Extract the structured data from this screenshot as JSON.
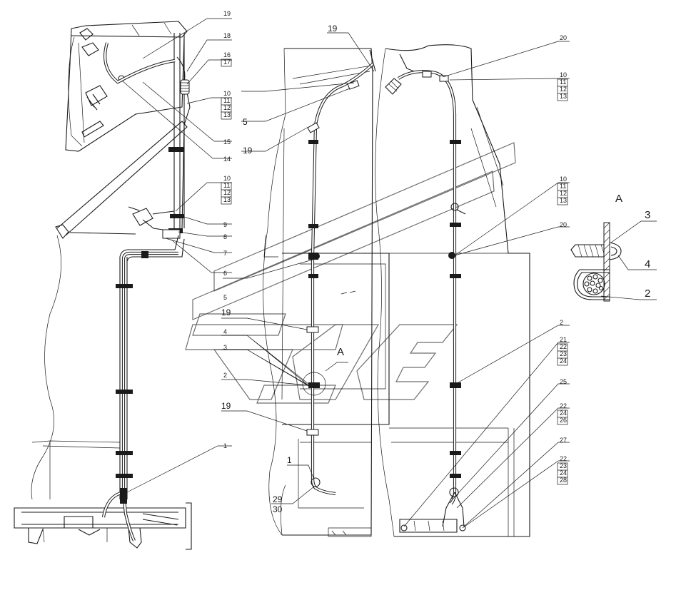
{
  "callouts": {
    "left": [
      {
        "id": "l19",
        "text": "19"
      },
      {
        "id": "l18",
        "text": "18"
      },
      {
        "id": "l16",
        "text": "16"
      },
      {
        "id": "l17",
        "text": "17"
      },
      {
        "id": "l10a",
        "text": "10"
      },
      {
        "id": "l11a",
        "text": "11"
      },
      {
        "id": "l12a",
        "text": "12"
      },
      {
        "id": "l13a",
        "text": "13"
      },
      {
        "id": "l15",
        "text": "15"
      },
      {
        "id": "l14",
        "text": "14"
      },
      {
        "id": "l10b",
        "text": "10"
      },
      {
        "id": "l11b",
        "text": "11"
      },
      {
        "id": "l12b",
        "text": "12"
      },
      {
        "id": "l13b",
        "text": "13"
      },
      {
        "id": "l9",
        "text": "9"
      },
      {
        "id": "l8",
        "text": "8"
      },
      {
        "id": "l7",
        "text": "7"
      },
      {
        "id": "l6",
        "text": "6"
      },
      {
        "id": "l1",
        "text": "1"
      }
    ],
    "middle": [
      {
        "id": "m19a",
        "text": "19"
      },
      {
        "id": "m5a",
        "text": "5"
      },
      {
        "id": "m19b",
        "text": "19"
      },
      {
        "id": "m5b",
        "text": "5"
      },
      {
        "id": "m19c",
        "text": "19"
      },
      {
        "id": "m4",
        "text": "4"
      },
      {
        "id": "m3",
        "text": "3"
      },
      {
        "id": "m2",
        "text": "2"
      },
      {
        "id": "mA",
        "text": "A"
      },
      {
        "id": "m19d",
        "text": "19"
      },
      {
        "id": "m1",
        "text": "1"
      },
      {
        "id": "m29",
        "text": "29"
      },
      {
        "id": "m30",
        "text": "30"
      }
    ],
    "right": [
      {
        "id": "r20a",
        "text": "20"
      },
      {
        "id": "r10a",
        "text": "10"
      },
      {
        "id": "r11a",
        "text": "11"
      },
      {
        "id": "r12a",
        "text": "12"
      },
      {
        "id": "r13a",
        "text": "13"
      },
      {
        "id": "r10b",
        "text": "10"
      },
      {
        "id": "r11b",
        "text": "11"
      },
      {
        "id": "r12b",
        "text": "12"
      },
      {
        "id": "r13b",
        "text": "13"
      },
      {
        "id": "r20b",
        "text": "20"
      },
      {
        "id": "r2",
        "text": "2"
      },
      {
        "id": "r21",
        "text": "21"
      },
      {
        "id": "r22a",
        "text": "22"
      },
      {
        "id": "r23a",
        "text": "23"
      },
      {
        "id": "r24a",
        "text": "24"
      },
      {
        "id": "r25",
        "text": "25"
      },
      {
        "id": "r22b",
        "text": "22"
      },
      {
        "id": "r24b",
        "text": "24"
      },
      {
        "id": "r26",
        "text": "26"
      },
      {
        "id": "r27",
        "text": "27"
      },
      {
        "id": "r22c",
        "text": "22"
      },
      {
        "id": "r23c",
        "text": "23"
      },
      {
        "id": "r24c",
        "text": "24"
      },
      {
        "id": "r28",
        "text": "28"
      }
    ],
    "detail": {
      "title": "A",
      "items": [
        {
          "id": "d3",
          "text": "3"
        },
        {
          "id": "d4",
          "text": "4"
        },
        {
          "id": "d2",
          "text": "2"
        }
      ]
    }
  }
}
